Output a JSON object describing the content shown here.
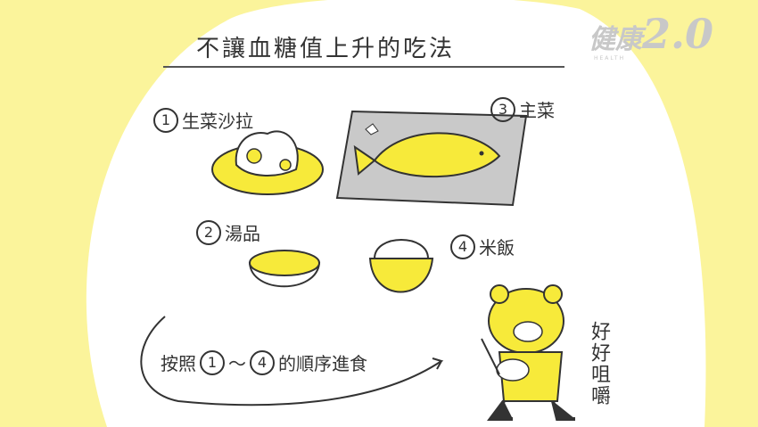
{
  "title": "不讓血糖值上升的吃法",
  "logo": {
    "chinese": "健康",
    "number": "2.0",
    "english": "HEALTH"
  },
  "steps": [
    {
      "number": "1",
      "label": "生菜沙拉"
    },
    {
      "number": "2",
      "label": "湯品"
    },
    {
      "number": "3",
      "label": "主菜"
    },
    {
      "number": "4",
      "label": "米飯"
    }
  ],
  "instruction": {
    "prefix": "按照",
    "from": "1",
    "tilde": "～",
    "to": "4",
    "suffix": "的順序進食"
  },
  "chew": "好好咀嚼",
  "colors": {
    "yellow": "#fbf49b",
    "food_yellow": "#f7ea3a",
    "tray": "#c9c9c9"
  }
}
